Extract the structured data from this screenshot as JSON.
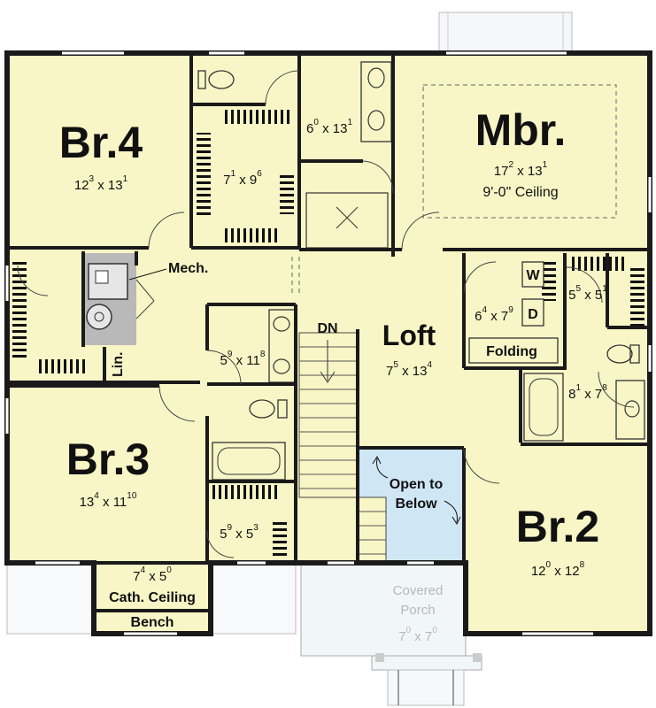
{
  "rooms": {
    "br4": {
      "name": "Br.4",
      "dim_w": "12",
      "dim_w_in": "3",
      "dim_d": "13",
      "dim_d_in": "1"
    },
    "mbr": {
      "name": "Mbr.",
      "dim_w": "17",
      "dim_w_in": "2",
      "dim_d": "13",
      "dim_d_in": "1",
      "ceiling": "9'-0\" Ceiling"
    },
    "br3": {
      "name": "Br.3",
      "dim_w": "13",
      "dim_w_in": "4",
      "dim_d": "11",
      "dim_d_in": "10"
    },
    "br2": {
      "name": "Br.2",
      "dim_w": "12",
      "dim_w_in": "0",
      "dim_d": "12",
      "dim_d_in": "8"
    },
    "loft": {
      "name": "Loft",
      "dim_w": "7",
      "dim_w_in": "5",
      "dim_d": "13",
      "dim_d_in": "4"
    },
    "master_bath": {
      "dim_w": "6",
      "dim_w_in": "0",
      "dim_d": "13",
      "dim_d_in": "1"
    },
    "walk_in_closet": {
      "dim_w": "7",
      "dim_w_in": "1",
      "dim_d": "9",
      "dim_d_in": "6"
    },
    "laundry": {
      "dim_w": "6",
      "dim_w_in": "4",
      "dim_d": "7",
      "dim_d_in": "9",
      "washer": "W",
      "dryer": "D",
      "folding": "Folding"
    },
    "closet_br2": {
      "dim_w": "5",
      "dim_w_in": "5",
      "dim_d": "5",
      "dim_d_in": "1"
    },
    "bath_br2": {
      "dim_w": "8",
      "dim_w_in": "1",
      "dim_d": "7",
      "dim_d_in": "8"
    },
    "hall_bath": {
      "dim_w": "5",
      "dim_w_in": "9",
      "dim_d": "11",
      "dim_d_in": "8"
    },
    "closet_br3": {
      "dim_w": "5",
      "dim_w_in": "9",
      "dim_d": "5",
      "dim_d_in": "3"
    },
    "window_seat": {
      "dim_w": "7",
      "dim_w_in": "4",
      "dim_d": "5",
      "dim_d_in": "0",
      "ceiling": "Cath. Ceiling",
      "bench": "Bench"
    },
    "mech": {
      "label": "Mech."
    },
    "linen": {
      "label": "Lin."
    },
    "stairs": {
      "label": "DN"
    },
    "open_below": {
      "line1": "Open to",
      "line2": "Below"
    },
    "porch": {
      "line1": "Covered",
      "line2": "Porch",
      "dim_w": "7",
      "dim_w_in": "0",
      "dim_d": "7",
      "dim_d_in": "0"
    }
  },
  "colors": {
    "floor": "#f8f6c6",
    "open_below": "#cfe6f5",
    "mech": "#b9b9b9",
    "wall": "#1a1a1a",
    "porch": "#f1f6f9"
  }
}
